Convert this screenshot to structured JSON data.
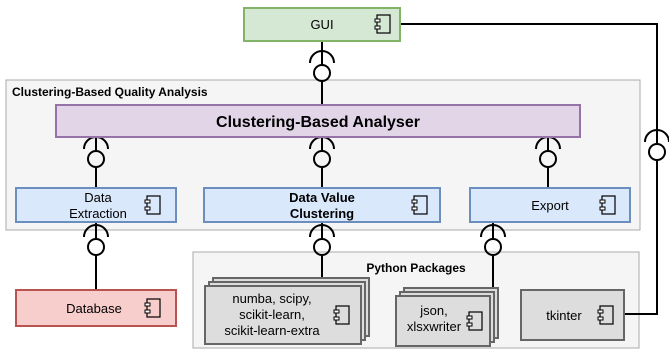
{
  "groups": {
    "quality_analysis": "Clustering-Based Quality Analysis",
    "python_packages": "Python Packages"
  },
  "components": {
    "gui": "GUI",
    "analyser": "Clustering-Based Analyser",
    "data_extraction": [
      "Data",
      "Extraction"
    ],
    "data_value_clustering": [
      "Data Value",
      "Clustering"
    ],
    "export": "Export",
    "database": "Database",
    "clustering_libs": [
      "numba, scipy,",
      "scikit-learn,",
      "scikit-learn-extra"
    ],
    "json_libs": [
      "json,",
      "xlsxwriter"
    ],
    "tkinter": "tkinter"
  },
  "colors": {
    "gui_fill": "#d5e8d4",
    "gui_stroke": "#82b366",
    "analyser_fill": "#e1d5e7",
    "analyser_stroke": "#9673a6",
    "component_fill": "#dae8fc",
    "component_stroke": "#6c8ebf",
    "database_fill": "#f8cecc",
    "database_stroke": "#b85450",
    "package_fill": "#dddddd",
    "package_stroke": "#666666",
    "group_fill": "#f5f5f5",
    "group_stroke": "#aaaaaa"
  },
  "icons": {
    "component": "uml-component-icon",
    "interface": "lollipop-interface-icon"
  }
}
